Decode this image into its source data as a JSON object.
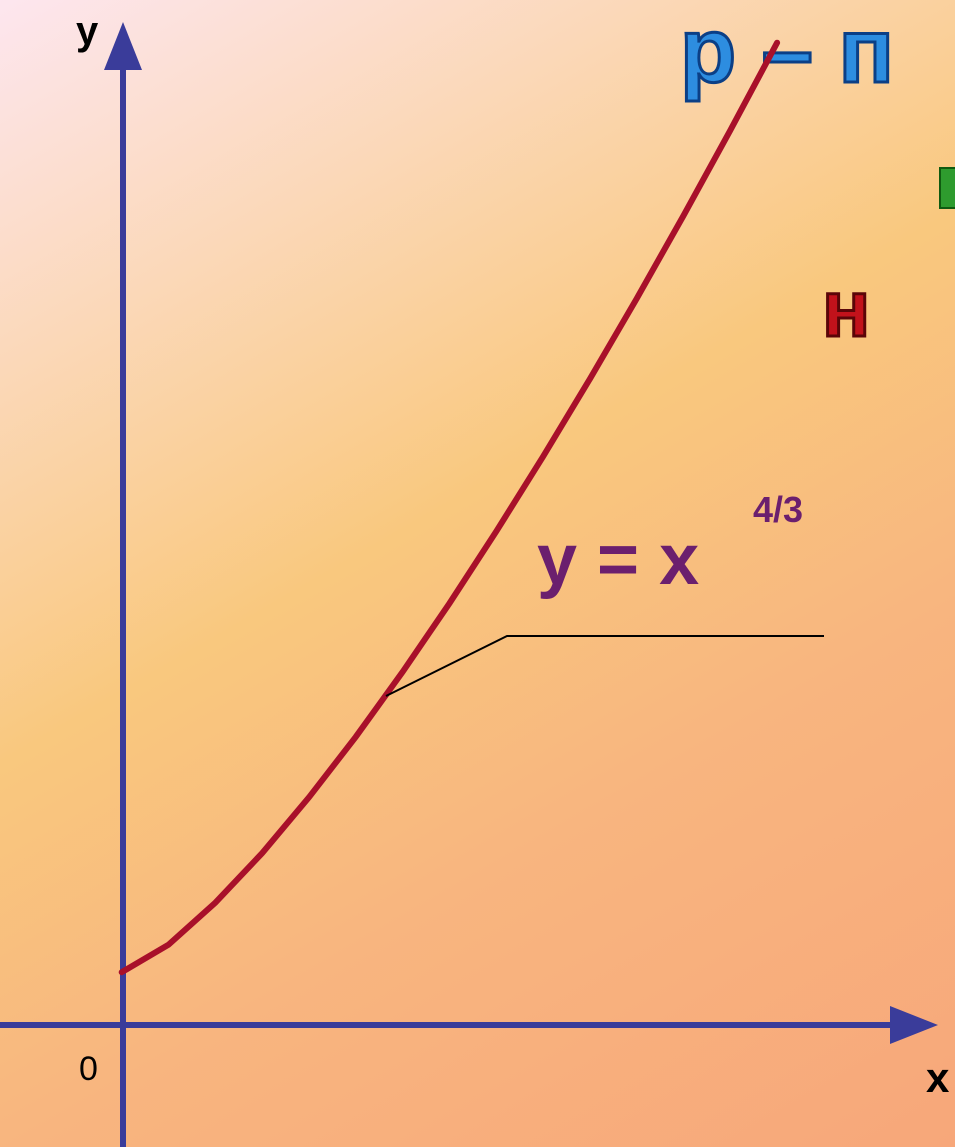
{
  "chart_data": {
    "type": "line",
    "function": "y = x^(4/3)",
    "equation_label": {
      "base": "y = x",
      "exponent": "4/3"
    },
    "axes": {
      "x_label": "x",
      "y_label": "y",
      "origin_label": "0"
    },
    "grid": false,
    "series": [
      {
        "x": [
          0,
          0.25,
          0.5,
          0.75,
          1,
          1.25,
          1.5,
          1.75,
          2,
          2.25,
          2.5,
          2.75,
          3,
          3.25,
          3.5
        ],
        "y": [
          0,
          0.157,
          0.397,
          0.681,
          1,
          1.346,
          1.717,
          2.109,
          2.52,
          2.948,
          3.393,
          3.852,
          4.327,
          4.815,
          5.316
        ]
      }
    ],
    "xlim": [
      -0.65,
      4.45
    ],
    "ylim": [
      -1.0,
      5.56
    ]
  },
  "title_fragments": {
    "line1": "p – п",
    "line2": "н"
  },
  "colors": {
    "axis": "#3a3c9a",
    "curve": "#a8102a",
    "equation": "#6b1f6e",
    "title_fill": "#2d8de0",
    "title_fill_dark": "#c2121b",
    "title_fill_green": "#2e9b2e"
  }
}
